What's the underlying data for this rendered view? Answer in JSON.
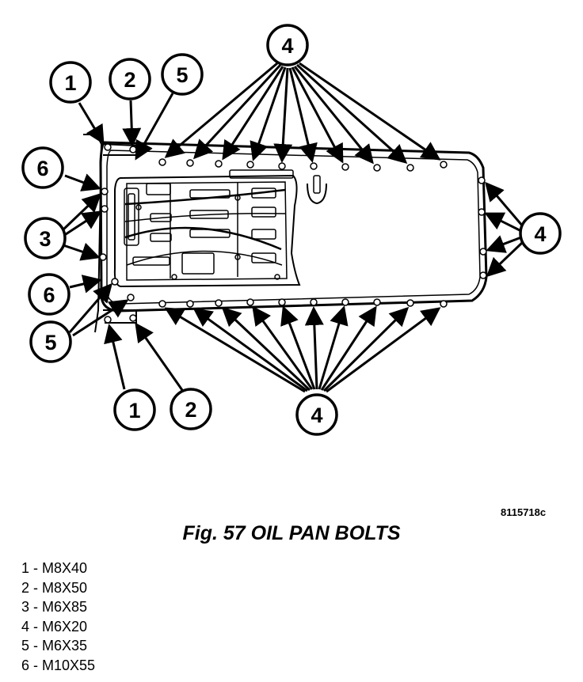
{
  "figure": {
    "code": "8115718c",
    "title": "Fig. 57 OIL PAN BOLTS"
  },
  "callouts": {
    "c1_top": "1",
    "c2_top": "2",
    "c5_top": "5",
    "c4_top": "4",
    "c6_upper": "6",
    "c3_left": "3",
    "c4_right": "4",
    "c6_lower": "6",
    "c5_lower": "5",
    "c1_bottom": "1",
    "c2_bottom": "2",
    "c4_bottom": "4"
  },
  "legend": [
    "1 - M8X40",
    "2 - M8X50",
    "3 - M6X85",
    "4 - M6X20",
    "5 - M6X35",
    "6 - M10X55"
  ]
}
